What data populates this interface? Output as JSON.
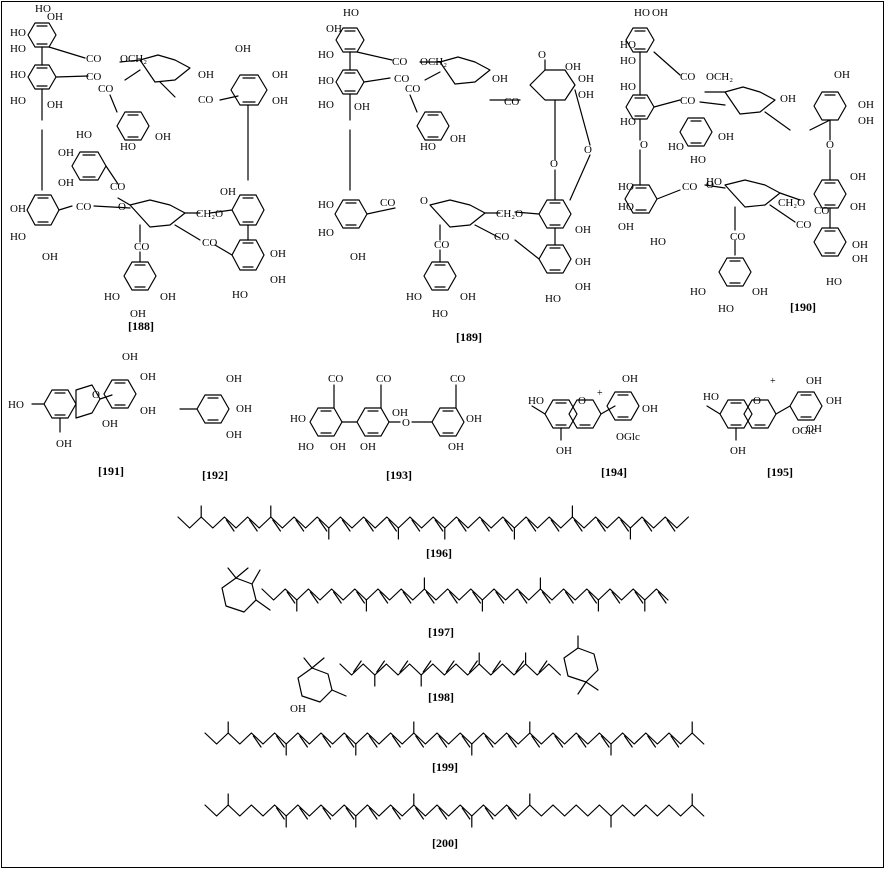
{
  "compounds": [
    {
      "id": "188",
      "caption": "[188]"
    },
    {
      "id": "189",
      "caption": "[189]"
    },
    {
      "id": "190",
      "caption": "[190]"
    },
    {
      "id": "191",
      "caption": "[191]"
    },
    {
      "id": "192",
      "caption": "[192]"
    },
    {
      "id": "193",
      "caption": "[193]"
    },
    {
      "id": "194",
      "caption": "[194]"
    },
    {
      "id": "195",
      "caption": "[195]"
    },
    {
      "id": "196",
      "caption": "[196]"
    },
    {
      "id": "197",
      "caption": "[197]"
    },
    {
      "id": "198",
      "caption": "[198]"
    },
    {
      "id": "199",
      "caption": "[199]"
    },
    {
      "id": "200",
      "caption": "[200]"
    }
  ],
  "labels": {
    "oh": "OH",
    "ho": "HO",
    "co": "CO",
    "och2": "OCH₂",
    "ch2o": "CH₂O",
    "o": "O",
    "oglc": "OGlc",
    "plus": "+",
    "oh_198": "OH"
  }
}
